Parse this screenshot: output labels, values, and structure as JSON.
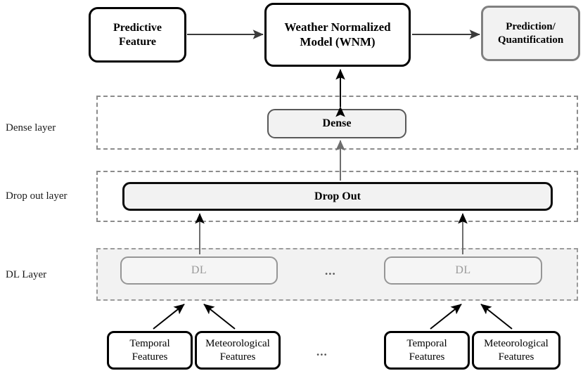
{
  "diagram": {
    "title": "Weather Normalized Model architecture",
    "colors": {
      "black": "#000000",
      "gray_border": "#808080",
      "light_fill": "#f2f2f2",
      "dl_text": "#9a9a9a",
      "dashed": "#8c8c8c"
    },
    "top_row": {
      "predictive_feature": {
        "line1": "Predictive",
        "line2": "Feature"
      },
      "wnm": {
        "line1": "Weather Normalized",
        "line2": "Model (WNM)"
      },
      "prediction": {
        "line1": "Prediction/",
        "line2": "Quantification"
      }
    },
    "layers": [
      {
        "label": "Dense layer"
      },
      {
        "label": "Drop out layer"
      },
      {
        "label": "DL Layer"
      }
    ],
    "dense": {
      "label": "Dense"
    },
    "dropout": {
      "label": "Drop Out"
    },
    "dl_blocks": [
      {
        "label": "DL"
      },
      {
        "label": "DL"
      }
    ],
    "dl_ellipsis": "...",
    "bottom_ellipsis": "...",
    "features": [
      {
        "line1": "Temporal",
        "line2": "Features"
      },
      {
        "line1": "Meteorological",
        "line2": "Features"
      },
      {
        "line1": "Temporal",
        "line2": "Features"
      },
      {
        "line1": "Meteorological",
        "line2": "Features"
      }
    ]
  }
}
